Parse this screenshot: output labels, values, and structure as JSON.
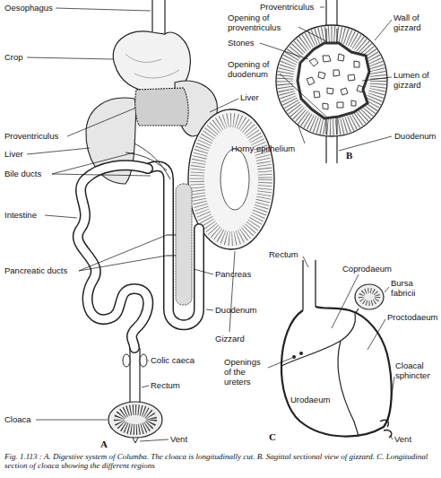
{
  "diagram": {
    "caption": "Fig. 1.113 : A. Digestive system of Columba. The cloaca is longitudinally cut. B. Sagittal sectional view of gizzard. C. Longitudinal section of cloaca showing the different regions",
    "labels": [
      "Oesophagus",
      "Crop",
      "Proventriculus",
      "Liver",
      "Bile ducts",
      "Intestine",
      "Pancreatic ducts",
      "Liver",
      "Pancreas",
      "Duodenum",
      "Gizzard",
      "Colic caeca",
      "Rectum",
      "Cloaca",
      "Vent",
      "A",
      "Proventriculus",
      "Opening of proventriculus",
      "Stones",
      "Opening of duodenum",
      "Wall of gizzard",
      "Lumen of gizzard",
      "Duodenum",
      "Horny epithelium",
      "B",
      "Rectum",
      "Coprodaeum",
      "Bursa fabricii",
      "Proctodaeum",
      "Openings of the ureters",
      "Cloacal sphincter",
      "Urodaeum",
      "Vent",
      "C"
    ]
  }
}
